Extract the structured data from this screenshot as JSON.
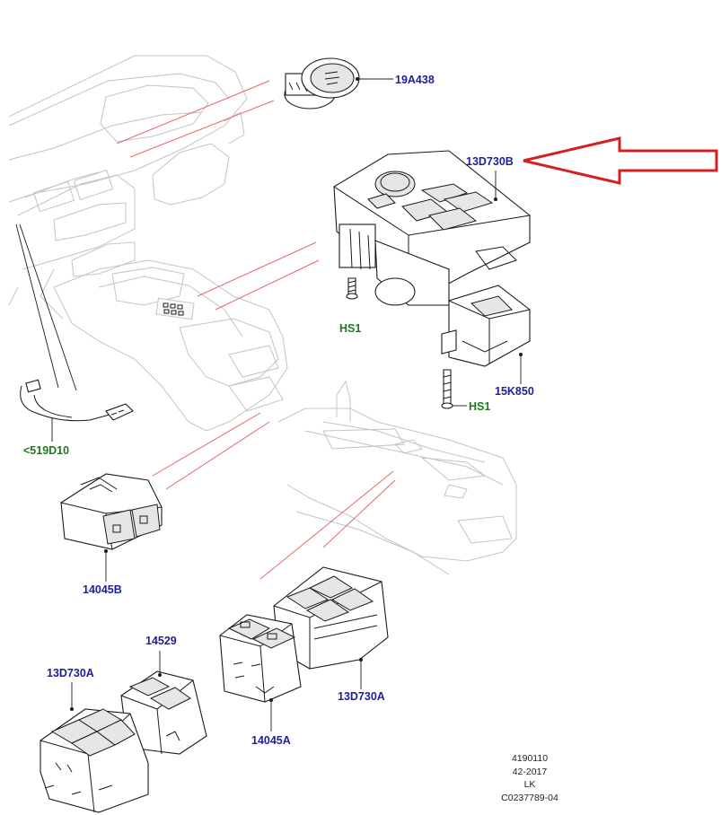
{
  "diagram": {
    "labels": {
      "p19a438": "19A438",
      "p13d730b": "13D730B",
      "hs1_upper": "HS1",
      "hs1_lower": "HS1",
      "p15k850": "15K850",
      "p519d10": "<519D10",
      "p14045b": "14045B",
      "p14529": "14529",
      "p13d730a_left": "13D730A",
      "p14045a": "14045A",
      "p13d730a_right": "13D730A"
    },
    "footer": {
      "line1": "4190110",
      "line2": "42-2017",
      "line3": "LK",
      "line4": "C0237789-04"
    },
    "colors": {
      "part_label_blue": "#1f1f9a",
      "fastener_label_green": "#1c7a1c",
      "callout_arrow_red": "#d42020",
      "leader_red": "#e06a6a"
    }
  }
}
